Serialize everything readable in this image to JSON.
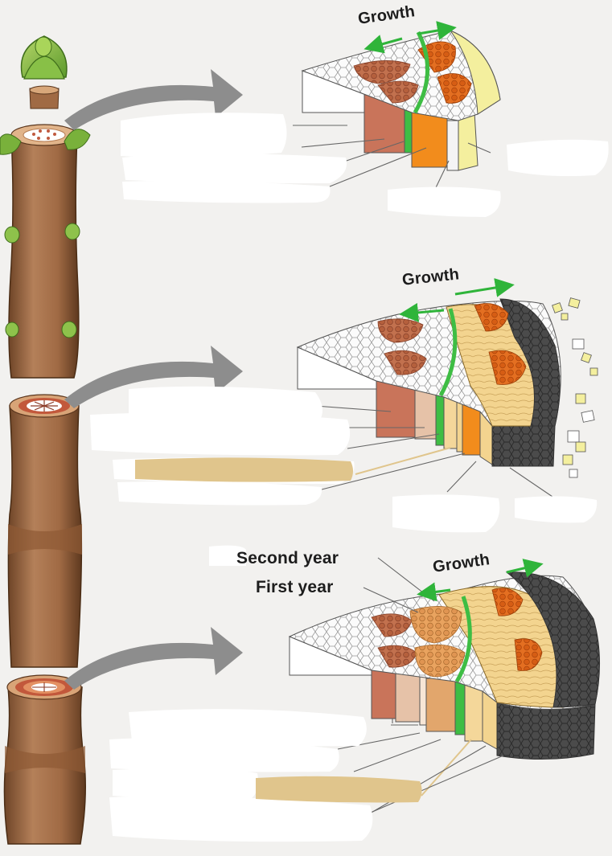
{
  "labels": {
    "growth_1": "Growth",
    "growth_2": "Growth",
    "growth_3": "Growth",
    "second_year": "Second year",
    "first_year": "First year"
  },
  "colors": {
    "background": "#f2f1ef",
    "stem_bark": "#a8744e",
    "pith": "#ffffff",
    "primary_xylem": "#c9745a",
    "secondary_xylem": "#e2a66c",
    "vascular_cambium": "#3ebd44",
    "primary_phloem": "#f28c1c",
    "secondary_phloem": "#f4d79a",
    "cortex": "#f4ef9e",
    "periderm": "#4a4a4a",
    "label_highlight": "#e0c58c",
    "arrow": "#8d8d8d",
    "growth_arrow": "#2fb43a",
    "leader_lines": "#666666"
  },
  "panels": [
    {
      "stage": "primary growth",
      "icon": "stem-cross-section"
    },
    {
      "stage": "first year secondary growth",
      "icon": "stem-cross-section"
    },
    {
      "stage": "second year secondary growth",
      "icon": "stem-cross-section"
    }
  ]
}
